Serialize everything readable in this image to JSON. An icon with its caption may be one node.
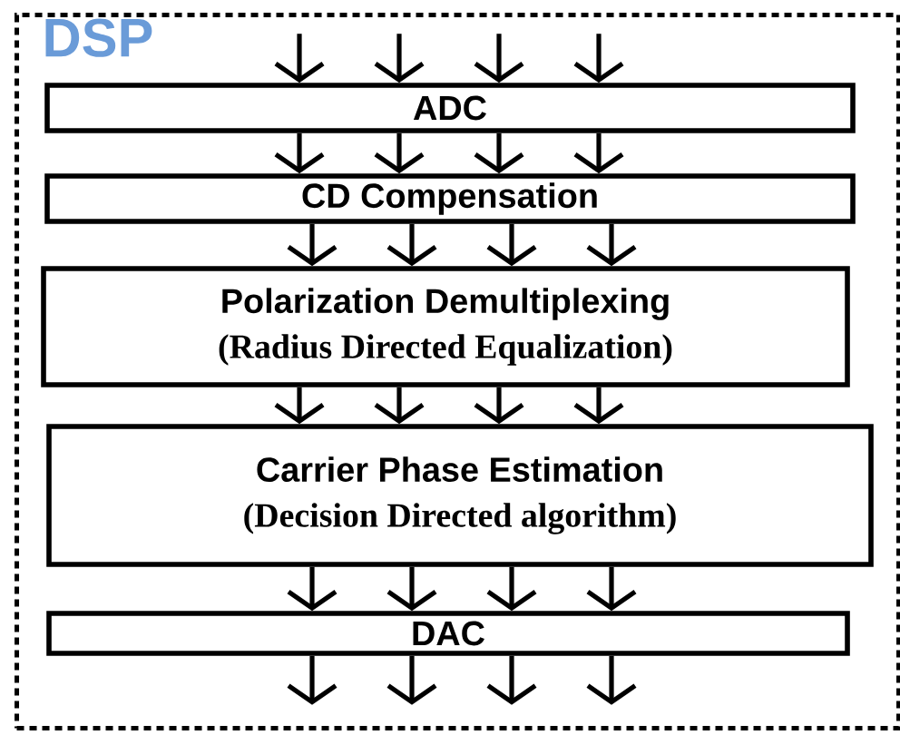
{
  "diagram": {
    "nodes": [
      {
        "text": [
          "DSP"
        ]
      },
      {
        "text": [
          "ADC"
        ],
        "in": 0
      },
      {
        "text": [
          "CD Compensation"
        ],
        "in": 0
      },
      {
        "text": [
          "Polarization Demultiplexing",
          "(Radius Directed Equalization)"
        ],
        "in": 0
      },
      {
        "text": [
          "Carrier Phase Estimation",
          "(Decision Directed algorithm)"
        ],
        "in": 0
      },
      {
        "text": [
          "DAC"
        ],
        "in": 0
      }
    ],
    "edges": [
      {
        "from": null,
        "to": 1,
        "arrow": "to"
      },
      {
        "from": null,
        "to": 1,
        "arrow": "to"
      },
      {
        "from": null,
        "to": 1,
        "arrow": "to"
      },
      {
        "from": null,
        "to": 1,
        "arrow": "to"
      },
      {
        "from": 1,
        "to": 2,
        "arrow": "to"
      },
      {
        "from": 1,
        "to": 2,
        "arrow": "to"
      },
      {
        "from": 1,
        "to": 2,
        "arrow": "to"
      },
      {
        "from": 1,
        "to": 2,
        "arrow": "to"
      },
      {
        "from": 2,
        "to": 3,
        "arrow": "to"
      },
      {
        "from": 2,
        "to": 3,
        "arrow": "to"
      },
      {
        "from": 2,
        "to": 3,
        "arrow": "to"
      },
      {
        "from": 2,
        "to": 3,
        "arrow": "to"
      },
      {
        "from": 3,
        "to": 4,
        "arrow": "to"
      },
      {
        "from": 3,
        "to": 4,
        "arrow": "to"
      },
      {
        "from": 3,
        "to": 4,
        "arrow": "to"
      },
      {
        "from": 3,
        "to": 4,
        "arrow": "to"
      },
      {
        "from": 4,
        "to": 5,
        "arrow": "to"
      },
      {
        "from": 4,
        "to": 5,
        "arrow": "to"
      },
      {
        "from": 4,
        "to": 5,
        "arrow": "to"
      },
      {
        "from": 4,
        "to": 5,
        "arrow": "to"
      },
      {
        "from": 5,
        "to": null,
        "arrow": "to"
      },
      {
        "from": 5,
        "to": null,
        "arrow": "to"
      },
      {
        "from": 5,
        "to": null,
        "arrow": "to"
      },
      {
        "from": 5,
        "to": null,
        "arrow": "to"
      }
    ]
  }
}
